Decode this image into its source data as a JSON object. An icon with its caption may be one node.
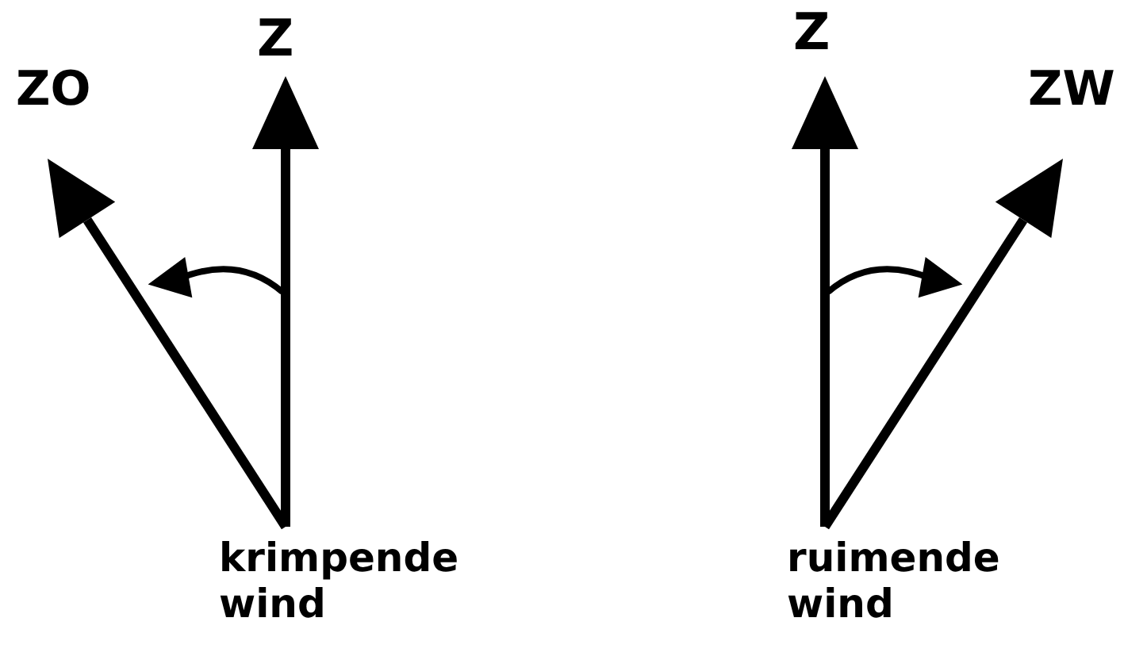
{
  "diagram": {
    "labels": [
      "ZO",
      "Z",
      "krimpende wind",
      "Z",
      "ZW",
      "ruimende wind"
    ]
  }
}
